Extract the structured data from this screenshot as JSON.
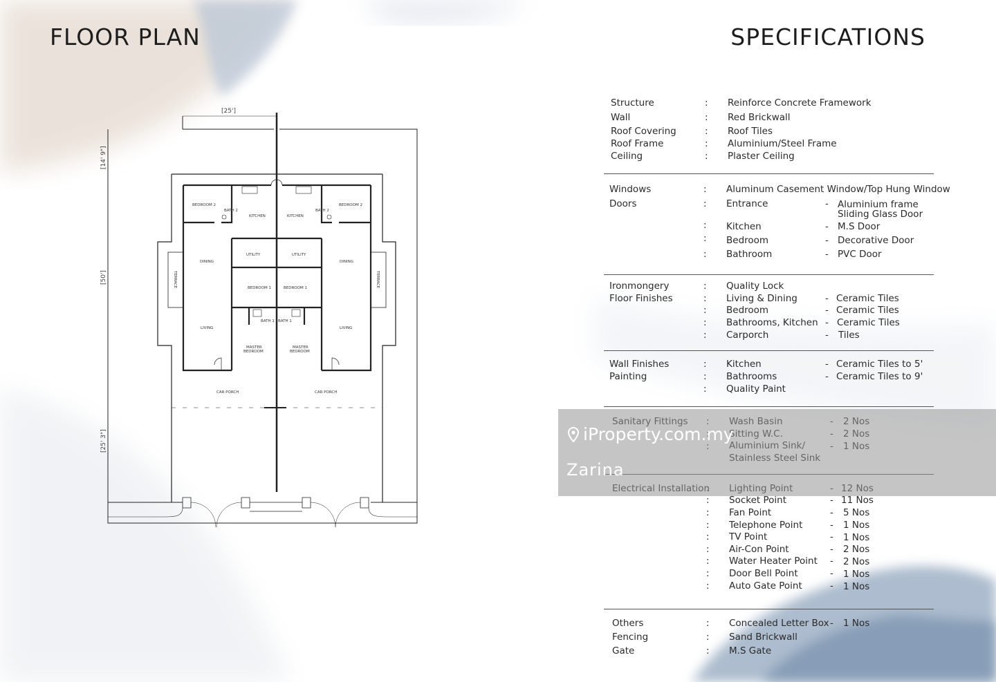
{
  "titles": {
    "floor_plan": "FLOOR PLAN",
    "specifications": "SPECIFICATIONS"
  },
  "plan": {
    "dims": {
      "top": "[25']",
      "left_top": "[14' 9\"]",
      "left_mid": "[50']",
      "left_bot": "[25' 3\"]"
    },
    "rooms": {
      "bedroom2": "BEDROOM 2",
      "bath2": "BATH 2",
      "kitchen": "KITCHEN",
      "dining": "DINING",
      "utility": "UTILITY",
      "terrace": "TERRACE",
      "bedroom1": "BEDROOM 1",
      "bath1": "BATH 1",
      "living": "LIVING",
      "master": "MASTER",
      "master2": "BEDROOM",
      "carporch": "CAR PORCH"
    }
  },
  "specs": {
    "structure": [
      [
        "Structure",
        ":",
        "Reinforce Concrete Framework"
      ],
      [
        "Wall",
        ":",
        "Red Brickwall"
      ],
      [
        "Roof Covering",
        ":",
        "Roof Tiles"
      ],
      [
        "Roof Frame",
        ":",
        "Aluminium/Steel Frame"
      ],
      [
        "Ceiling",
        ":",
        "Plaster Ceiling"
      ]
    ],
    "windows": {
      "label": "Windows",
      "colon": ":",
      "value": "Aluminum Casement Window/Top Hung Window"
    },
    "doors": {
      "label": "Doors",
      "items": [
        {
          "name": "Entrance",
          "dash": "-",
          "value": "Aluminium frame",
          "value2": "Sliding Glass Door"
        },
        {
          "name": "Kitchen",
          "dash": "-",
          "value": "M.S Door"
        },
        {
          "name": "Bedroom",
          "dash": "-",
          "value": "Decorative Door"
        },
        {
          "name": "Bathroom",
          "dash": "-",
          "value": "PVC Door"
        }
      ]
    },
    "ironmongery": {
      "label": "Ironmongery",
      "value": "Quality Lock"
    },
    "floor_finishes": {
      "label": "Floor Finishes",
      "items": [
        {
          "name": "Living & Dining",
          "value": "Ceramic Tiles"
        },
        {
          "name": "Bedroom",
          "value": "Ceramic Tiles"
        },
        {
          "name": "Bathrooms, Kitchen",
          "value": "Ceramic Tiles"
        },
        {
          "name": "Carporch",
          "value": "Tiles"
        }
      ]
    },
    "wall_finishes": {
      "label": "Wall Finishes",
      "items": [
        {
          "name": "Kitchen",
          "value": "Ceramic Tiles to 5'"
        },
        {
          "name": "Bathrooms",
          "value": "Ceramic Tiles to 9'"
        }
      ]
    },
    "painting": {
      "label": "Painting",
      "value": "Quality Paint"
    },
    "sanitary": {
      "label": "Sanitary Fittings",
      "items": [
        {
          "name": "Wash Basin",
          "value": "2 Nos"
        },
        {
          "name": "Sitting W.C.",
          "value": "2 Nos"
        },
        {
          "name": "Aluminium Sink/",
          "value": "1 Nos"
        },
        {
          "name": "Stainless Steel Sink",
          "value": ""
        }
      ]
    },
    "electrical": {
      "label": "Electrical Installation",
      "items": [
        {
          "name": "Lighting Point",
          "value": "12 Nos"
        },
        {
          "name": "Socket Point",
          "value": "11 Nos"
        },
        {
          "name": "Fan Point",
          "value": "5 Nos"
        },
        {
          "name": "Telephone Point",
          "value": "1 Nos"
        },
        {
          "name": "TV Point",
          "value": "1 Nos"
        },
        {
          "name": "Air-Con Point",
          "value": "2 Nos"
        },
        {
          "name": "Water Heater Point",
          "value": "2 Nos"
        },
        {
          "name": "Door Bell Point",
          "value": "1 Nos"
        },
        {
          "name": "Auto Gate Point",
          "value": "1 Nos"
        }
      ]
    },
    "others": [
      {
        "label": "Others",
        "name": "Concealed Letter Box",
        "value": "1 Nos"
      },
      {
        "label": "Fencing",
        "name": "Sand Brickwall",
        "value": ""
      },
      {
        "label": "Gate",
        "name": "M.S Gate",
        "value": ""
      }
    ]
  },
  "watermark": {
    "brand": "iProperty.com.my",
    "agent": "Zarina"
  }
}
